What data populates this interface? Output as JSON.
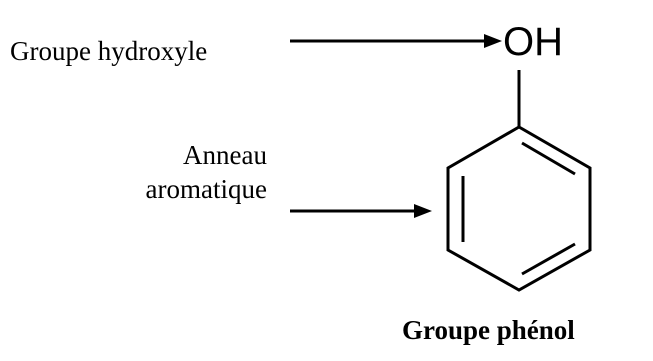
{
  "labels": {
    "hydroxyl_group": "Groupe hydroxyle",
    "aromatic_ring_line1": "Anneau",
    "aromatic_ring_line2": "aromatique",
    "functional_group": "OH",
    "title": "Groupe phénol"
  },
  "colors": {
    "ink": "#000000",
    "background": "#ffffff"
  }
}
